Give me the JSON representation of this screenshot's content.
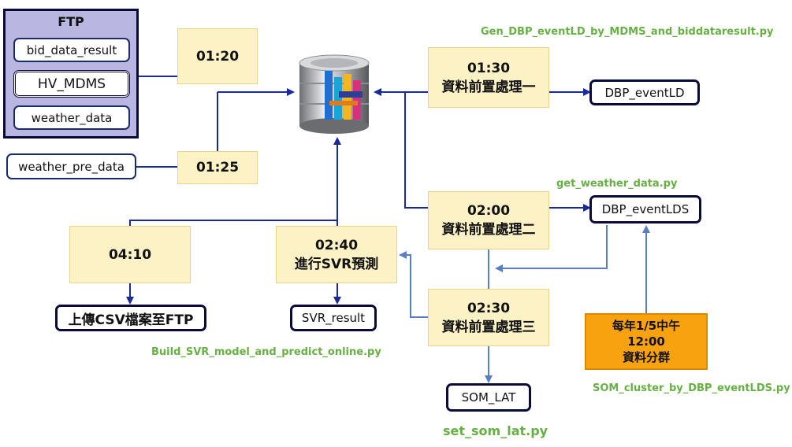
{
  "ftp": {
    "title": "FTP",
    "items": [
      "bid_data_result",
      "HV_MDMS",
      "weather_data"
    ]
  },
  "sources": {
    "weather_pre_data": "weather_pre_data"
  },
  "database_icon": "database-icon",
  "schedule": {
    "t0120": {
      "time": "01:20"
    },
    "t0125": {
      "time": "01:25"
    },
    "t0130": {
      "time": "01:30",
      "desc": "資料前置處理一"
    },
    "t0200": {
      "time": "02:00",
      "desc": "資料前置處理二"
    },
    "t0230": {
      "time": "02:30",
      "desc": "資料前置處理三"
    },
    "t0240": {
      "time": "02:40",
      "desc": "進行SVR預測"
    },
    "t0410": {
      "time": "04:10"
    }
  },
  "outputs": {
    "dbp_eventld": "DBP_eventLD",
    "dbp_eventlds": "DBP_eventLDS",
    "som_lat": "SOM_LAT",
    "svr_result": "SVR_result",
    "upload_csv": "上傳CSV檔案至FTP"
  },
  "cluster": {
    "line1": "每年1/5中午",
    "line2": "12:00",
    "line3": "資料分群"
  },
  "scripts": {
    "gen_dbp": "Gen_DBP_eventLD_by_MDMS_and_biddataresult.py",
    "get_weather": "get_weather_data.py",
    "build_svr": "Build_SVR_model_and_predict_online.py",
    "som_cluster": "SOM_cluster_by_DBP_eventLDS.py",
    "set_som_lat": "set_som_lat.py"
  },
  "colors": {
    "line_dark": "#1a2a9c",
    "line_light": "#5a7ec4",
    "note_green": "#66b044",
    "time_fill": "#fdf1c6",
    "cluster_fill": "#f9a20f"
  }
}
